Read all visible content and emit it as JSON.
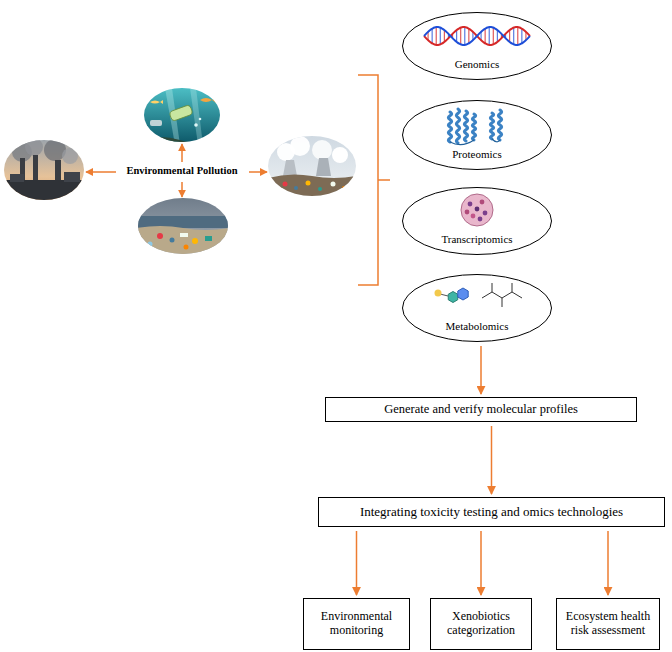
{
  "diagram": {
    "nodes": [
      {
        "text": [
          "Genomics"
        ]
      },
      {
        "text": [
          "Proteomics"
        ]
      },
      {
        "text": [
          "Transcriptomics"
        ]
      },
      {
        "text": [
          "Metabolomics"
        ]
      },
      {
        "text": [
          "Generate and verify molecular profiles"
        ]
      },
      {
        "text": [
          "Integrating toxicity testing and omics technologies"
        ]
      },
      {
        "text": [
          "Environmental monitoring"
        ]
      },
      {
        "text": [
          "Xenobiotics categorization"
        ]
      },
      {
        "text": [
          "Ecosystem health risk assessment"
        ]
      }
    ],
    "edges": [
      {
        "from": 3,
        "to": 4,
        "arrow": "to"
      },
      {
        "from": 4,
        "to": 5,
        "arrow": "to"
      },
      {
        "from": 5,
        "to": 6,
        "arrow": "to"
      },
      {
        "from": 5,
        "to": 7,
        "arrow": "to"
      },
      {
        "from": 5,
        "to": 8,
        "arrow": "to"
      }
    ],
    "labels": [
      "Environmental Pollution"
    ]
  }
}
